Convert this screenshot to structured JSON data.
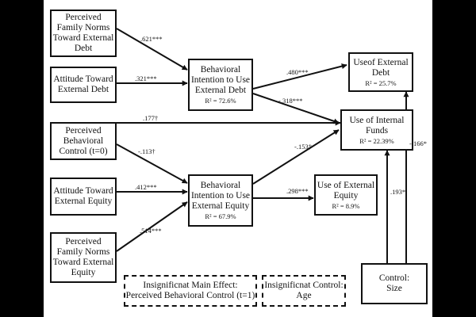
{
  "colors": {
    "background": "#000000",
    "canvas": "#ffffff",
    "ink": "#111111"
  },
  "nodes": {
    "family_norms_debt": {
      "lines": [
        "Perceived",
        "Family Norms",
        "Toward External",
        "Debt"
      ]
    },
    "attitude_debt": {
      "lines": [
        "Attitude Toward",
        "External Debt"
      ]
    },
    "pbc": {
      "lines": [
        "Perceived",
        "Behavioral",
        "Control (t=0)"
      ]
    },
    "attitude_equity": {
      "lines": [
        "Attitude Toward",
        "External Equity"
      ]
    },
    "family_norms_equity": {
      "lines": [
        "Perceived",
        "Family Norms",
        "Toward External",
        "Equity"
      ]
    },
    "intention_debt": {
      "lines": [
        "Behavioral",
        "Intention to Use",
        "External Debt"
      ],
      "r2": "R² = 72.6%"
    },
    "intention_equity": {
      "lines": [
        "Behavioral",
        "Intention to Use",
        "External Equity"
      ],
      "r2": "R² = 67.9%"
    },
    "use_external_debt": {
      "lines": [
        "Useof External",
        "Debt"
      ],
      "r2": "R² = 25.7%"
    },
    "use_internal_funds": {
      "lines": [
        "Use of Internal",
        "Funds"
      ],
      "r2": "R² = 22.39%"
    },
    "use_external_equity": {
      "lines": [
        "Use of External",
        "Equity"
      ],
      "r2": "R² = 8.9%"
    },
    "control_size": {
      "lines": [
        "Control:",
        "Size"
      ]
    },
    "insig_main_effect": {
      "lines": [
        "Insignificnat Main Effect:",
        "Perceived Behavioral Control (t=1)"
      ]
    },
    "insig_control": {
      "lines": [
        "Insignificnat Control:",
        "Age"
      ]
    }
  },
  "paths": {
    "fn_debt_to_int_debt": ".621***",
    "att_debt_to_int_debt": ".321***",
    "pbc_to_internal": ".177†",
    "pbc_to_int_equity": "-.113†",
    "att_equity_to_int_equity": ".412***",
    "fn_equity_to_int_equity": ".514***",
    "int_debt_to_use_debt": ".480***",
    "int_debt_to_internal": "-.318***",
    "int_equity_to_internal": "-.153†",
    "int_equity_to_use_equity": ".298***",
    "size_to_internal": ".193*",
    "size_to_use_debt": "-.166*"
  }
}
